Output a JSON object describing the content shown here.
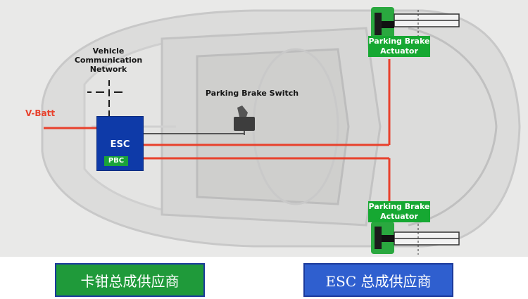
{
  "labels": {
    "vehicle_network": [
      "Vehicle",
      "Communication",
      "Network"
    ],
    "parking_brake_switch": "Parking Brake Switch",
    "vbatt": "V-Batt",
    "esc": "ESC",
    "pbc": "PBC",
    "actuator_top": [
      "Parking Brake",
      "Actuator"
    ],
    "actuator_bottom": [
      "Parking Brake",
      "Actuator"
    ]
  },
  "buttons": {
    "caliper_supplier": "卡钳总成供应商",
    "esc_supplier": "ESC 总成供应商"
  },
  "colors": {
    "wire_red": "#e8412c",
    "esc_blue": "#0e3aa8",
    "actuator_green": "#16a832",
    "button_green": "#1f9a3a",
    "button_blue": "#2f5fcf"
  }
}
